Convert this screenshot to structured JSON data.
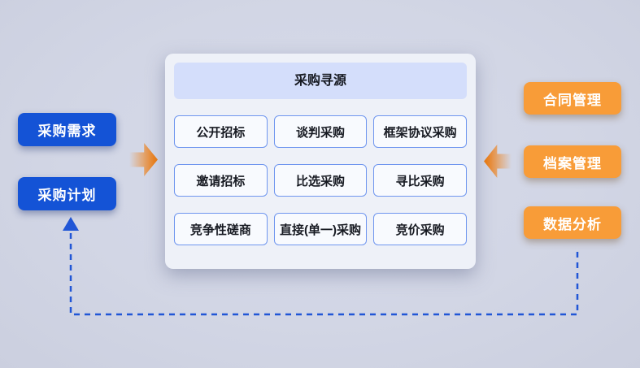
{
  "diagram": {
    "kind": "procurement-process-flow"
  },
  "colors": {
    "background": "#d2d6e5",
    "primary_blue": "#1453d6",
    "accent_orange": "#f89c38",
    "arrow_orange": "#ee7d12",
    "dashed_connector_blue": "#2156d6",
    "card_background": "#eef1f8",
    "header_band": "#d4defb",
    "method_border": "#6f96ef",
    "text_dark": "#171a22",
    "text_light": "#ffffff"
  },
  "left_nodes": [
    {
      "label": "采购需求"
    },
    {
      "label": "采购计划"
    }
  ],
  "center_card": {
    "title": "采购寻源",
    "methods": [
      "公开招标",
      "谈判采购",
      "框架协议采购",
      "邀请招标",
      "比选采购",
      "寻比采购",
      "竞争性磋商",
      "直接(单一)采购",
      "竞价采购"
    ]
  },
  "right_nodes": [
    {
      "label": "合同管理"
    },
    {
      "label": "档案管理"
    },
    {
      "label": "数据分析"
    }
  ]
}
